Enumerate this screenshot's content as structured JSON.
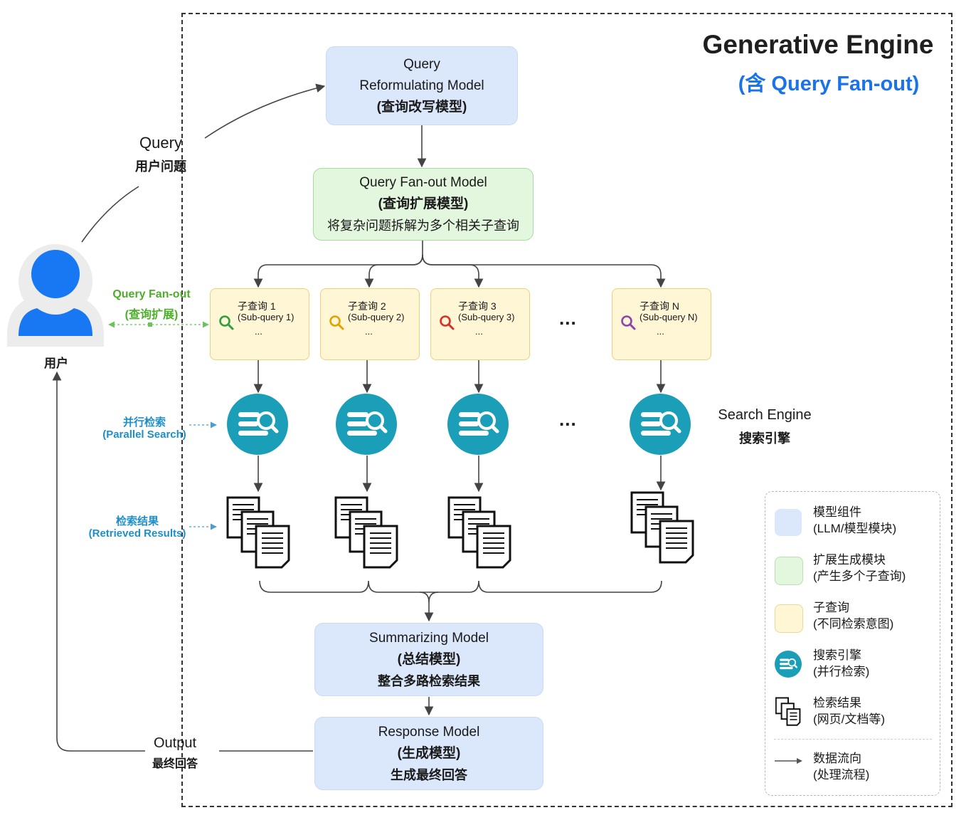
{
  "title": {
    "main": "Generative Engine",
    "sub": "(含 Query Fan-out)"
  },
  "user": {
    "label": "用户"
  },
  "query_label": {
    "en": "Query",
    "zh": "用户问题"
  },
  "fanout_label": {
    "en": "Query Fan-out",
    "zh": "(查询扩展)"
  },
  "parallel_label": {
    "zh": "并行检索",
    "en": "(Parallel Search)"
  },
  "results_label": {
    "zh": "检索结果",
    "en": "(Retrieved Results)"
  },
  "output_label": {
    "en": "Output",
    "zh": "最终回答"
  },
  "reformulating": {
    "line1": "Query",
    "line2": "Reformulating Model",
    "line3": "(查询改写模型)"
  },
  "fanout_model": {
    "line1": "Query Fan-out Model",
    "line2": "(查询扩展模型)",
    "line3": "将复杂问题拆解为多个相关子查询"
  },
  "subqueries": [
    {
      "zh": "子查询 1",
      "en": "(Sub-query 1)",
      "more": "...",
      "icon_color": "#2e9e3e"
    },
    {
      "zh": "子查询 2",
      "en": "(Sub-query 2)",
      "more": "...",
      "icon_color": "#e0a400"
    },
    {
      "zh": "子查询 3",
      "en": "(Sub-query 3)",
      "more": "...",
      "icon_color": "#d93025"
    },
    {
      "zh": "子查询 N",
      "en": "(Sub-query N)",
      "more": "...",
      "icon_color": "#8e44ad"
    }
  ],
  "ellipsis": "...",
  "search_engine": {
    "en": "Search Engine",
    "zh": "搜索引擎"
  },
  "summarizing": {
    "line1": "Summarizing Model",
    "line2": "(总结模型)",
    "line3": "整合多路检索结果"
  },
  "response": {
    "line1": "Response Model",
    "line2": "(生成模型)",
    "line3": "生成最终回答"
  },
  "legend": [
    {
      "t1": "模型组件",
      "t2": "(LLM/模型模块)",
      "icon": "blue-swatch"
    },
    {
      "t1": "扩展生成模块",
      "t2": "(产生多个子查询)",
      "icon": "green-swatch"
    },
    {
      "t1": "子查询",
      "t2": "(不同检索意图)",
      "icon": "yellow-swatch"
    },
    {
      "t1": "搜索引擎",
      "t2": "(并行检索)",
      "icon": "search-engine-icon"
    },
    {
      "t1": "检索结果",
      "t2": "(网页/文档等)",
      "icon": "documents-icon"
    },
    {
      "t1": "数据流向",
      "t2": "(处理流程)",
      "icon": "arrow-icon"
    }
  ],
  "colors": {
    "model_blue": "#dbe7fb",
    "fanout_green": "#e3f6de",
    "subquery_yellow": "#fff6d6",
    "engine_teal": "#1b9fb8",
    "title_blue": "#1a73e8",
    "fanout_label_green": "#4caf2a",
    "search_label_blue": "#1e8fc8",
    "user_blue": "#1877f2"
  }
}
